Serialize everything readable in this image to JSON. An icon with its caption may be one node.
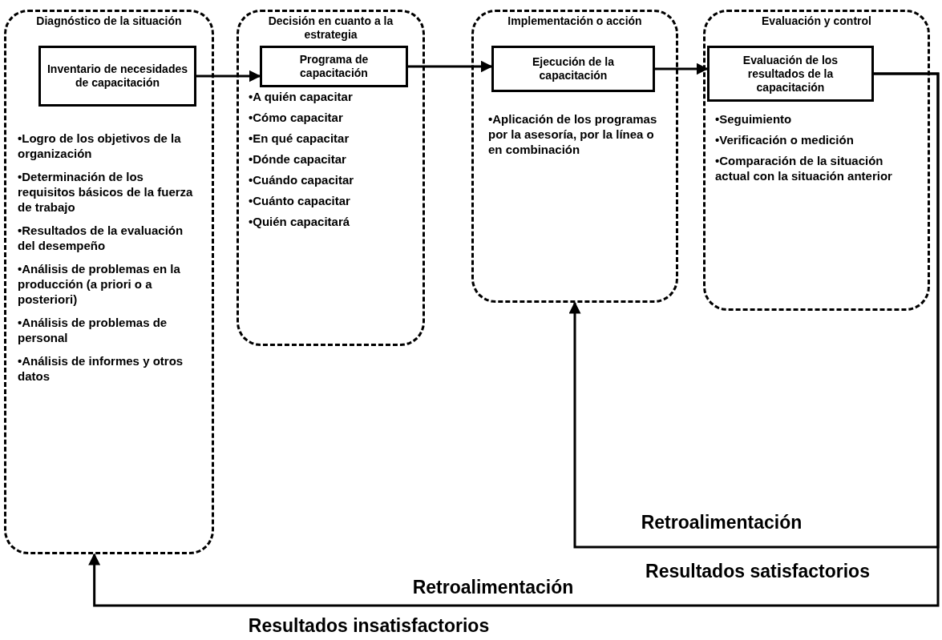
{
  "diagram": {
    "nodes": [
      {
        "text": [
          "Diagnóstico de la situación",
          "•Logro de los objetivos de la organización",
          "•Determinación de los requisitos básicos de la fuerza de trabajo",
          "•Resultados de la evaluación del desempeño",
          "•Análisis de problemas en la producción (a priori o a posteriori)",
          "•Análisis de problemas de personal",
          "•Análisis de informes y otros datos"
        ]
      },
      {
        "text": [
          "Inventario de necesidades de capacitación"
        ],
        "in": 0
      },
      {
        "text": [
          "Decisión en cuanto a la estrategia",
          "•A quién capacitar",
          "•Cómo capacitar",
          "•En qué capacitar",
          "•Dónde capacitar",
          "•Cuándo capacitar",
          "•Cuánto capacitar",
          "•Quién capacitará"
        ]
      },
      {
        "text": [
          "Programa de capacitación"
        ],
        "in": 2
      },
      {
        "text": [
          "Implementación o acción",
          "•Aplicación de los programas por la asesoría, por la línea o en combinación"
        ]
      },
      {
        "text": [
          "Ejecución de la capacitación"
        ],
        "in": 4
      },
      {
        "text": [
          "Evaluación y control",
          "•Seguimiento",
          "•Verificación o medición",
          "•Comparación de la situación actual con la situación anterior"
        ]
      },
      {
        "text": [
          "Evaluación de los resultados de la capacitación"
        ],
        "in": 6
      }
    ],
    "edges": [
      {
        "from": 1,
        "to": 3,
        "arrow": "to"
      },
      {
        "from": 3,
        "to": 5,
        "arrow": "to"
      },
      {
        "from": 5,
        "to": 7,
        "arrow": "to"
      },
      {
        "from": 7,
        "to": 4,
        "arrow": "to",
        "label": "Retroalimentación"
      },
      {
        "from": 7,
        "to": 0,
        "arrow": "to",
        "label": "Retroalimentación"
      }
    ],
    "labels": [
      "Resultados satisfactorios",
      "Resultados insatisfactorios"
    ]
  }
}
